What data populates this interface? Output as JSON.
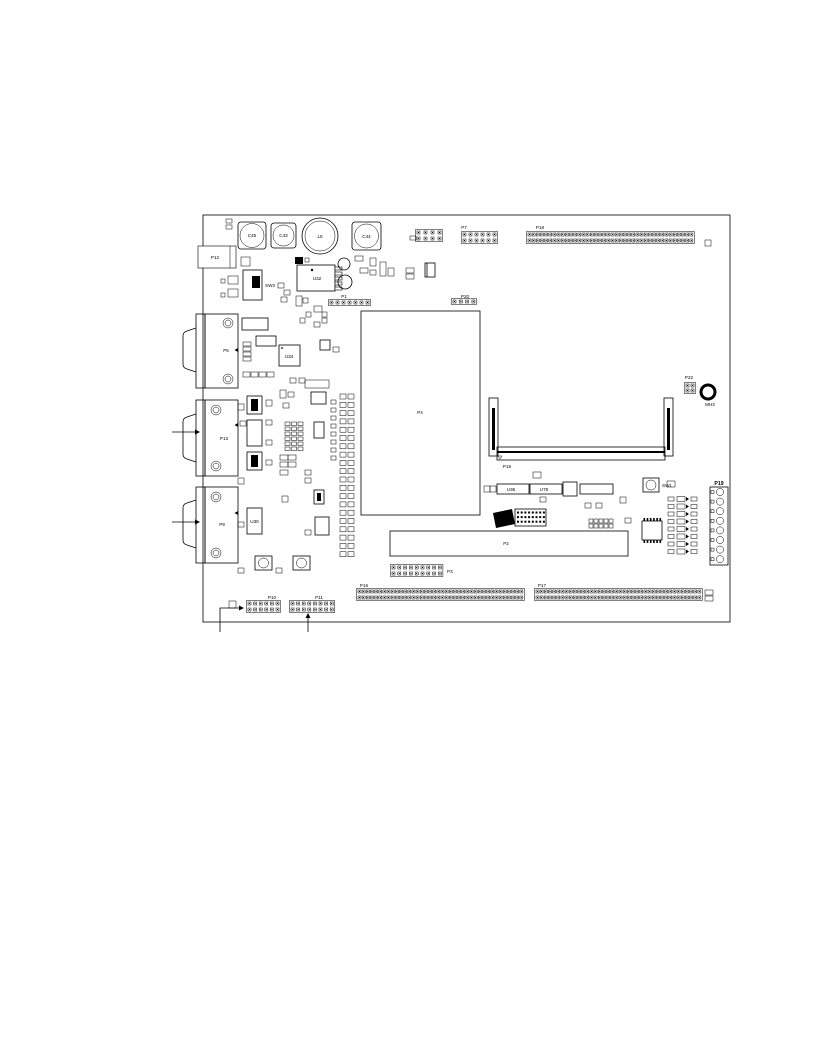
{
  "board": {
    "labels": {
      "c45": "C45",
      "c43": "C43",
      "l5": "L5",
      "c44": "C44",
      "p12": "P12",
      "u32": "U32",
      "sw3": "SW3",
      "p1": "P1",
      "p7": "P7",
      "p18": "P18",
      "p20": "P20",
      "p5": "P5",
      "u34": "U34",
      "p13": "P13",
      "p9": "P9",
      "u30": "U30",
      "p4": "P4",
      "p15": "P15",
      "p22": "P22",
      "mh3": "MH3",
      "sw1": "SW1",
      "u36": "U36",
      "u75": "U75",
      "p19": "P19",
      "p2": "P2",
      "p3": "P3",
      "p16": "P16",
      "p17": "P17",
      "p10": "P10",
      "p11": "P11"
    }
  }
}
